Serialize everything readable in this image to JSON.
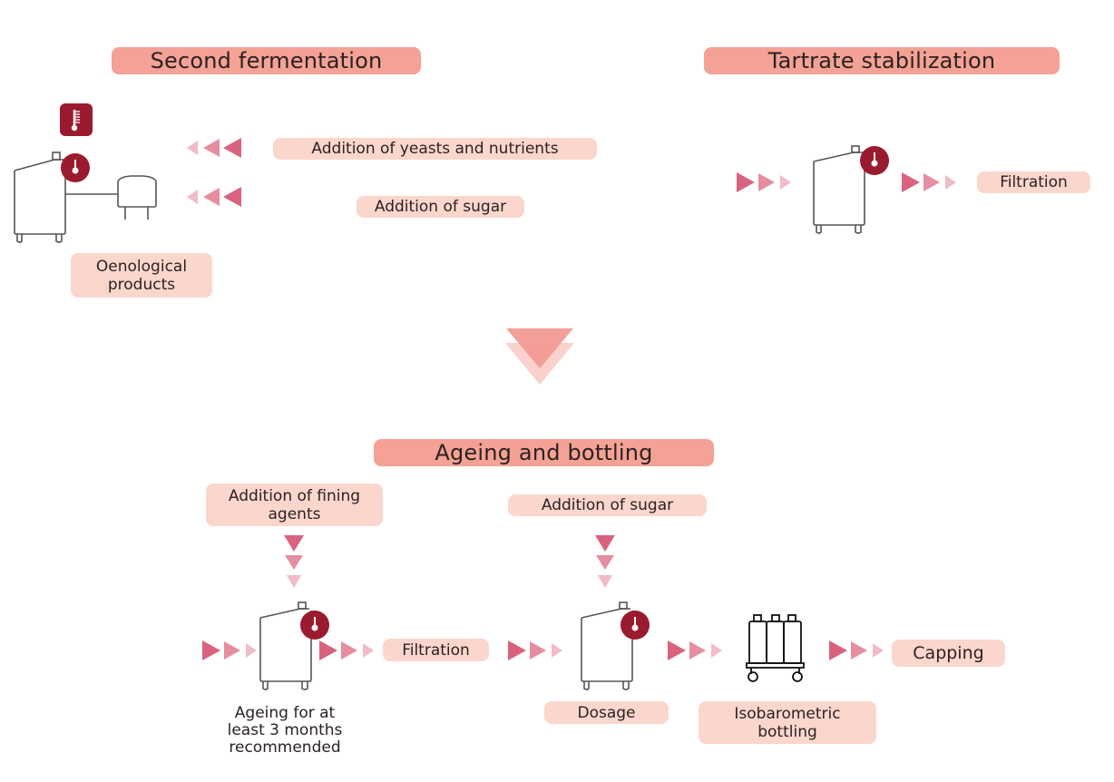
{
  "colors": {
    "header_bg": "#f4a295",
    "label_bg": "#fbd6cd",
    "arrow_dark": "#d9637e",
    "arrow_mid": "#e48ea0",
    "arrow_light": "#f0bcc6",
    "gauge": "#9b1b2e",
    "big_arrow_front": "#f39a94",
    "big_arrow_back": "#fad1cc"
  },
  "sections": {
    "second_fermentation": {
      "title": "Second fermentation",
      "labels": {
        "yeasts": "Addition of yeasts and nutrients",
        "sugar": "Addition of sugar",
        "oenological": "Oenological products"
      },
      "icons": [
        "thermometer-icon",
        "gauge-icon",
        "tank-icon",
        "small-tank-icon"
      ]
    },
    "tartrate_stabilization": {
      "title": "Tartrate stabilization",
      "labels": {
        "filtration": "Filtration"
      },
      "icons": [
        "tank-icon",
        "gauge-icon"
      ]
    },
    "ageing_and_bottling": {
      "title": "Ageing and bottling",
      "labels": {
        "fining": "Addition of fining agents",
        "sugar": "Addition of sugar",
        "filtration": "Filtration",
        "ageing": "Ageing for at least 3 months recommended",
        "dosage": "Dosage",
        "bottling": "Isobarometric bottling",
        "capping": "Capping"
      },
      "icons": [
        "tank-icon",
        "gauge-icon",
        "bottling-cart-icon"
      ]
    }
  },
  "flow_arrow": "down-arrow-icon"
}
